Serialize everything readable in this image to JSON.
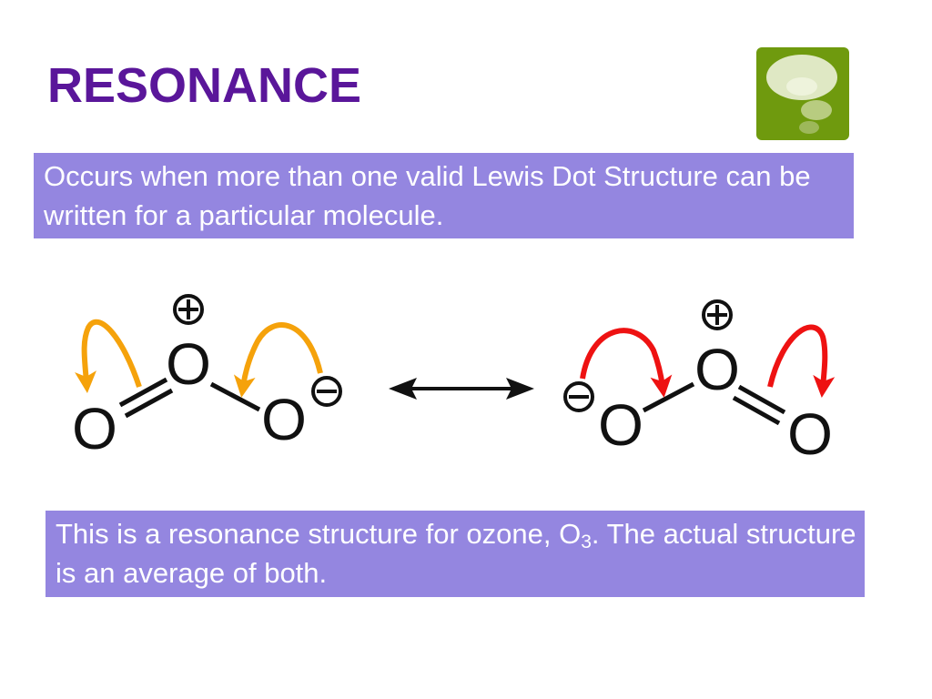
{
  "slide": {
    "title": "RESONANCE",
    "definition": "Occurs when more than one valid Lewis Dot Structure can be written for a particular molecule.",
    "note": {
      "before_sub": "This is a resonance structure for ozone, O",
      "subscript": "3",
      "after_sub": ".  The actual structure is an average of both."
    }
  },
  "logo": {
    "icon": "thought-bubble-icon",
    "background": "#6f9a0e"
  },
  "diagram": {
    "atom_symbol": "O",
    "positive_charge": "⊕",
    "negative_charge": "⊖",
    "colors": {
      "left_arrows": "#f5a20b",
      "right_arrows": "#ee1212",
      "bonds": "#111111"
    },
    "left_structure": {
      "atoms": [
        "O",
        "O",
        "O"
      ],
      "charges": [
        "+",
        "-"
      ]
    },
    "right_structure": {
      "atoms": [
        "O",
        "O",
        "O"
      ],
      "charges": [
        "-",
        "+"
      ]
    }
  },
  "colors": {
    "title": "#5a169a",
    "box_background": "#9486e0",
    "box_text": "#ffffff"
  }
}
